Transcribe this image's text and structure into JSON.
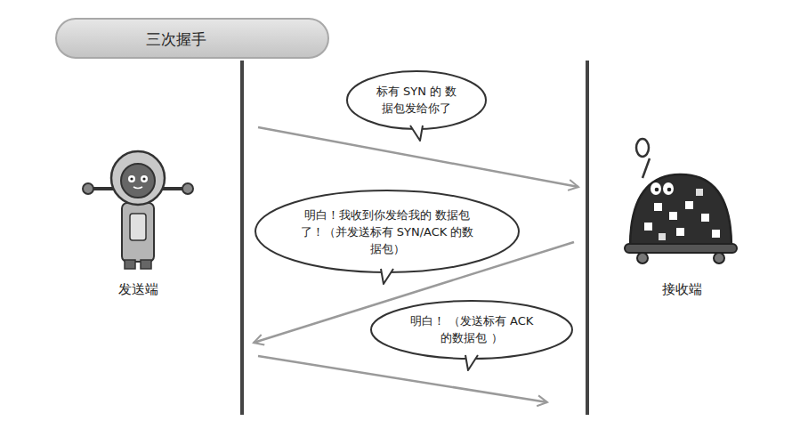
{
  "diagram": {
    "title": "三次握手",
    "nodes": [
      {
        "text": [
          "标有 SYN 的 数据包发给你了"
        ]
      },
      {
        "text": [
          "明白！我收到你发给我的 数据包了！（并发送标有 SYN/ACK 的数据包）"
        ]
      },
      {
        "text": [
          "明白！ （发送标有 ACK 的数据包 ）"
        ]
      }
    ],
    "labels": [
      "发送端",
      "接收端"
    ]
  }
}
